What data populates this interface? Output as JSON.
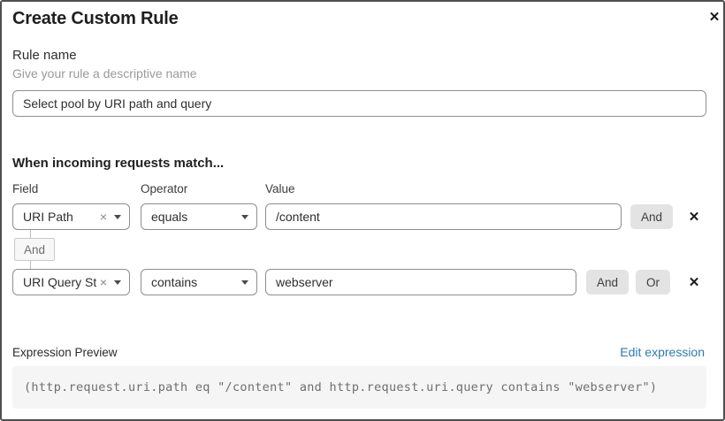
{
  "dialog": {
    "title": "Create Custom Rule"
  },
  "icons": {
    "close": "✕",
    "clear": "×",
    "remove": "✕"
  },
  "rule_name": {
    "label": "Rule name",
    "helper": "Give your rule a descriptive name",
    "value": "Select pool by URI path and query"
  },
  "match": {
    "title": "When incoming requests match...",
    "columns": {
      "field": "Field",
      "operator": "Operator",
      "value": "Value"
    },
    "rows": [
      {
        "field": "URI Path",
        "operator": "equals",
        "value": "/content",
        "buttons": [
          "And"
        ]
      },
      {
        "field": "URI Query St...",
        "operator": "contains",
        "value": "webserver",
        "buttons": [
          "And",
          "Or"
        ]
      }
    ],
    "connector": "And"
  },
  "preview": {
    "label": "Expression Preview",
    "edit_link": "Edit expression",
    "expression": "(http.request.uri.path eq \"/content\" and http.request.uri.query contains \"webserver\")"
  },
  "colors": {
    "link": "#2c7cb0",
    "button_bg": "#e3e3e3",
    "code_bg": "#f5f5f5",
    "border": "#8e8e8e"
  }
}
